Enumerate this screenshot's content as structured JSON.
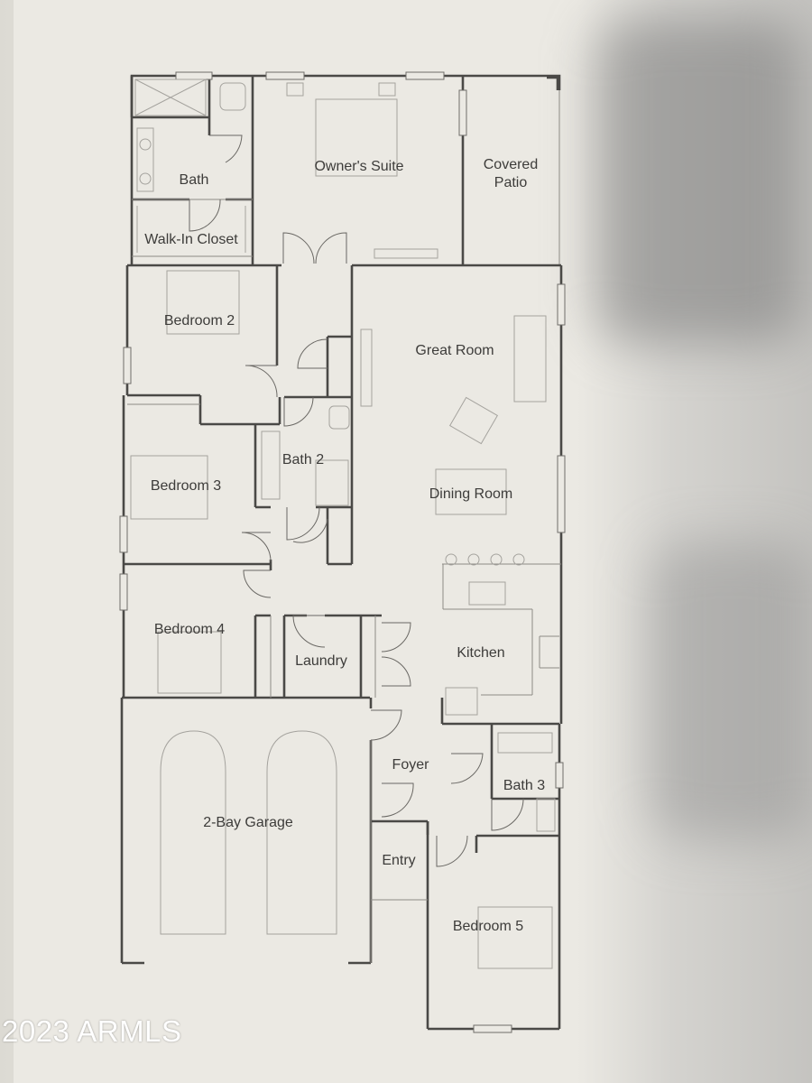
{
  "rooms": {
    "bath": "Bath",
    "owners_suite": "Owner's Suite",
    "covered_patio_line1": "Covered",
    "covered_patio_line2": "Patio",
    "walk_in_closet": "Walk-In Closet",
    "bedroom_2": "Bedroom 2",
    "great_room": "Great Room",
    "bath_2": "Bath 2",
    "bedroom_3": "Bedroom 3",
    "dining_room": "Dining Room",
    "bedroom_4": "Bedroom 4",
    "laundry": "Laundry",
    "kitchen": "Kitchen",
    "foyer": "Foyer",
    "bath_3": "Bath 3",
    "garage": "2-Bay Garage",
    "entry": "Entry",
    "bedroom_5": "Bedroom 5"
  },
  "watermark": "2023 ARMLS",
  "colors": {
    "paper": "#ebe9e3",
    "wall": "#4a4946",
    "label": "#3d3c3a",
    "watermark": "#ffffff"
  }
}
